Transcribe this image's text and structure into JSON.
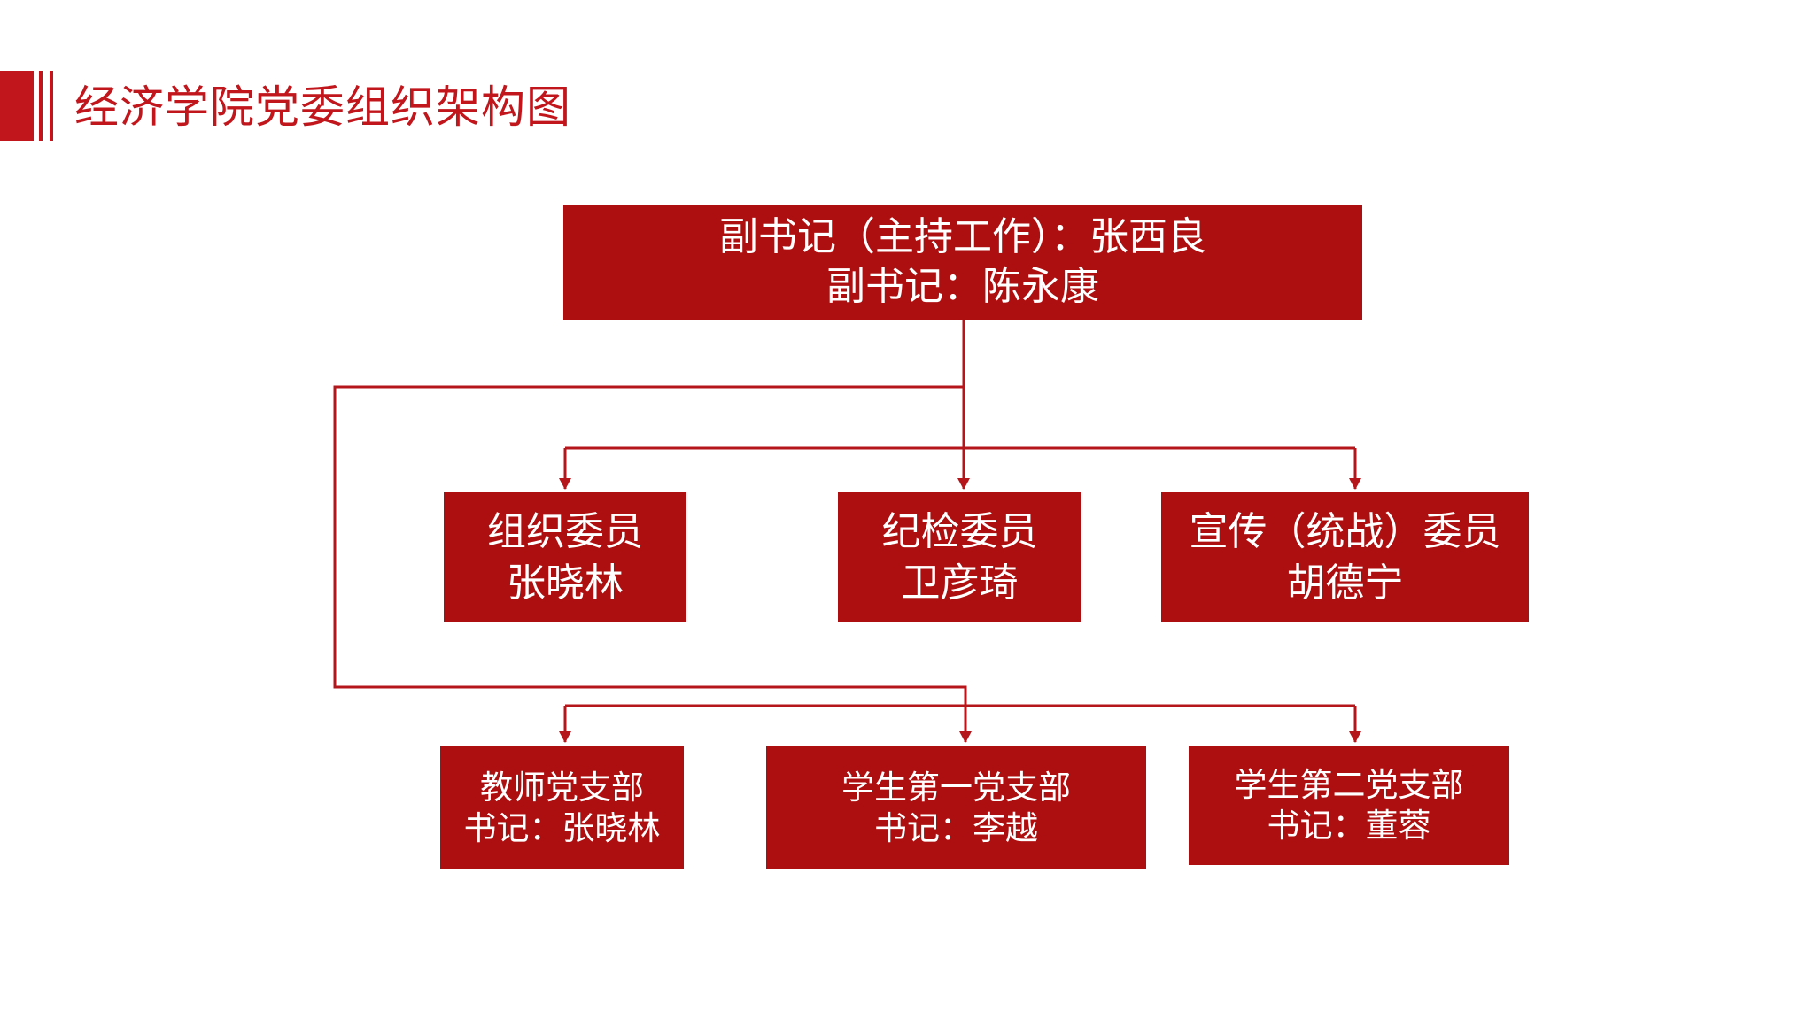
{
  "page": {
    "title": "经济学院党委组织架构图"
  },
  "colors": {
    "accent": "#c0161c",
    "box_fill": "#ad0f10",
    "connector": "#b5161b",
    "text_on_box": "#ffffff"
  },
  "top_node": {
    "line1": "副书记（主持工作）：张西良",
    "line2": "副书记：陈永康"
  },
  "committee": [
    {
      "role": "组织委员",
      "name": "张晓林"
    },
    {
      "role": "纪检委员",
      "name": "卫彦琦"
    },
    {
      "role": "宣传（统战）委员",
      "name": "胡德宁"
    }
  ],
  "branches": [
    {
      "branch": "教师党支部",
      "secretary": "书记：张晓林"
    },
    {
      "branch": "学生第一党支部",
      "secretary": "书记：李越"
    },
    {
      "branch": "学生第二党支部",
      "secretary": "书记：董蓉"
    }
  ]
}
